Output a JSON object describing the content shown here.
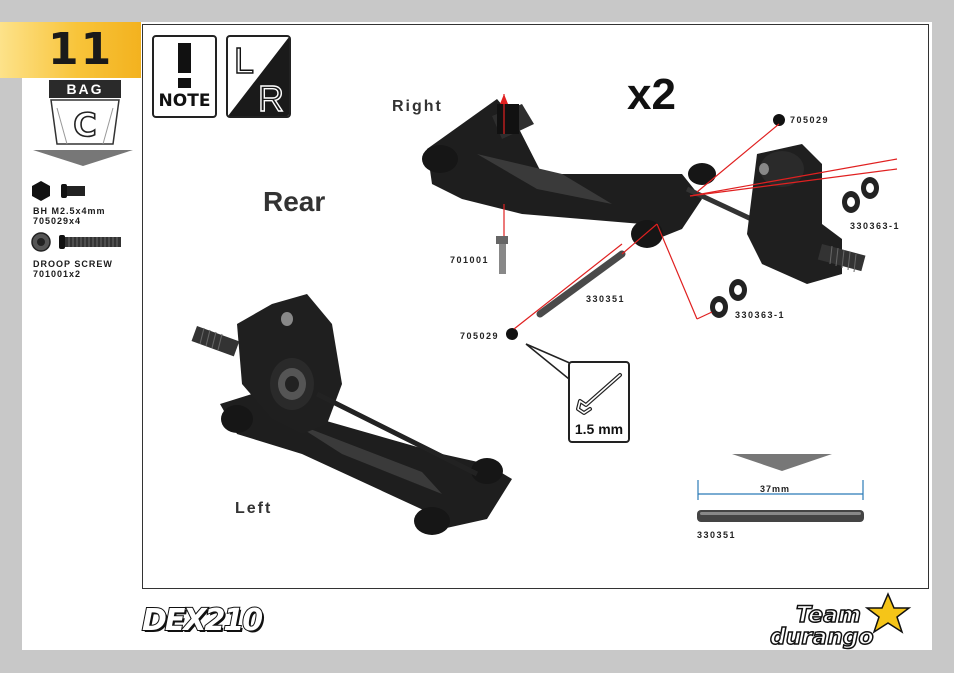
{
  "step": {
    "number": "11"
  },
  "bag": {
    "label": "BAG",
    "letter": "C"
  },
  "sidebar_parts": [
    {
      "name": "BH M2.5x4mm",
      "code": "705029x4",
      "icon": "button-head-screw-icon"
    },
    {
      "name": "DROOP SCREW",
      "code": "701001x2",
      "icon": "droop-screw-icon"
    }
  ],
  "note": {
    "label": "NOTE",
    "symbol": "!"
  },
  "lr_symbol": {
    "left": "L",
    "right": "R"
  },
  "title": "Rear",
  "multiplier": "x2",
  "labels": {
    "right": "Right",
    "left": "Left"
  },
  "callouts": {
    "screw_top": "705029",
    "screw_bottom": "705029",
    "droop_screw": "701001",
    "hinge_pin": "330351",
    "shims_top": "330363-1",
    "shims_bottom": "330363-1"
  },
  "tool": {
    "label": "1.5 mm",
    "icon": "hex-key-icon"
  },
  "part_detail": {
    "length": "37mm",
    "code": "330351"
  },
  "footer": {
    "model": "DEX210",
    "brand_line1": "Team",
    "brand_line2": "durango"
  },
  "colors": {
    "accent_yellow": "#F8C43A",
    "callout_red": "#E02020",
    "part_black": "#1E1E1E"
  }
}
